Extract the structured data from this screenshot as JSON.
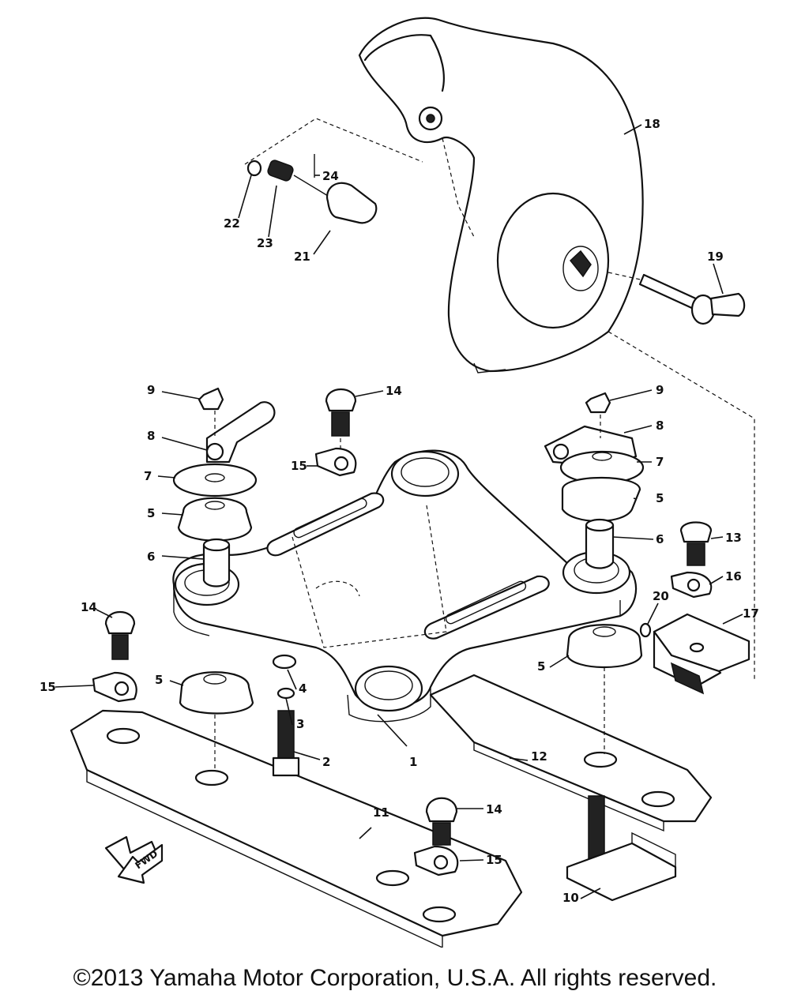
{
  "diagram": {
    "callouts": [
      {
        "id": "c1",
        "label": "1"
      },
      {
        "id": "c2",
        "label": "2"
      },
      {
        "id": "c3",
        "label": "3"
      },
      {
        "id": "c4",
        "label": "4"
      },
      {
        "id": "c5a",
        "label": "5"
      },
      {
        "id": "c5b",
        "label": "5"
      },
      {
        "id": "c5c",
        "label": "5"
      },
      {
        "id": "c5d",
        "label": "5"
      },
      {
        "id": "c6a",
        "label": "6"
      },
      {
        "id": "c6b",
        "label": "6"
      },
      {
        "id": "c7a",
        "label": "7"
      },
      {
        "id": "c7b",
        "label": "7"
      },
      {
        "id": "c8a",
        "label": "8"
      },
      {
        "id": "c8b",
        "label": "8"
      },
      {
        "id": "c9a",
        "label": "9"
      },
      {
        "id": "c9b",
        "label": "9"
      },
      {
        "id": "c10",
        "label": "10"
      },
      {
        "id": "c11",
        "label": "11"
      },
      {
        "id": "c12",
        "label": "12"
      },
      {
        "id": "c13",
        "label": "13"
      },
      {
        "id": "c14a",
        "label": "14"
      },
      {
        "id": "c14b",
        "label": "14"
      },
      {
        "id": "c14c",
        "label": "14"
      },
      {
        "id": "c15a",
        "label": "15"
      },
      {
        "id": "c15b",
        "label": "15"
      },
      {
        "id": "c15c",
        "label": "15"
      },
      {
        "id": "c16",
        "label": "16"
      },
      {
        "id": "c17",
        "label": "17"
      },
      {
        "id": "c18",
        "label": "18"
      },
      {
        "id": "c19",
        "label": "19"
      },
      {
        "id": "c20",
        "label": "20"
      },
      {
        "id": "c21",
        "label": "21"
      },
      {
        "id": "c22",
        "label": "22"
      },
      {
        "id": "c23",
        "label": "23"
      },
      {
        "id": "c24",
        "label": "24"
      }
    ],
    "fwd_label": "FWD"
  },
  "footer": {
    "copyright": "©2013 Yamaha Motor Corporation, U.S.A. All rights reserved."
  }
}
